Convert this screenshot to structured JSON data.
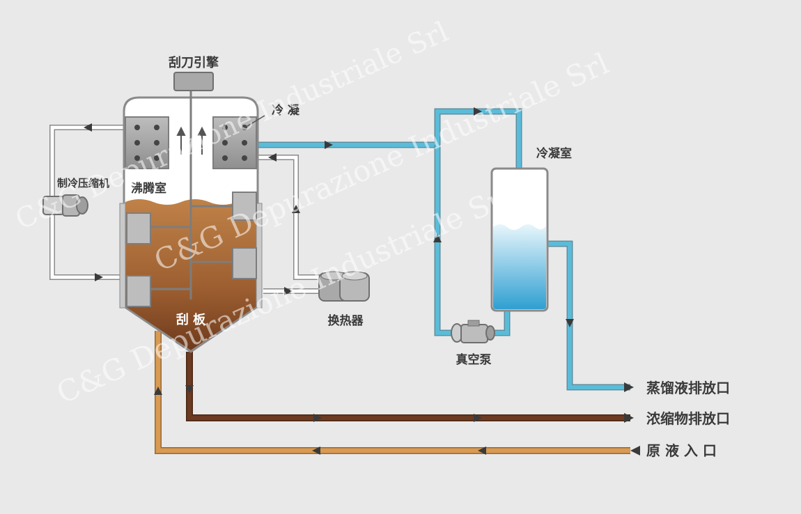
{
  "labels": {
    "scraper_motor": "刮刀引擎",
    "condense": "冷 凝",
    "boiling_chamber": "沸腾室",
    "refrigeration_compressor": "制冷压缩机",
    "scraper_blade": "刮 板",
    "heat_exchanger": "换热器",
    "condensation_chamber": "冷凝室",
    "vacuum_pump": "真空泵",
    "distillate_outlet": "蒸馏液排放口",
    "concentrate_outlet": "浓缩物排放口",
    "raw_liquid_inlet": "原 液 入 口"
  },
  "watermark": {
    "line1": "C&G Depurazione Industriale Srl",
    "line2": "C&G Depurazione Industriale Srl",
    "line3": "C&G Depurazione Industriale Srl"
  },
  "colors": {
    "background": "#e9e9e9",
    "vapor_pipe": "#5bbcd9",
    "raw_liquid_pipe": "#d99a52",
    "concentrate_pipe": "#6b3a22",
    "refrigerant_pipe": "#ffffff",
    "liquid_fill": "#a86a35",
    "distillate_fill": "#3aa4d4"
  }
}
